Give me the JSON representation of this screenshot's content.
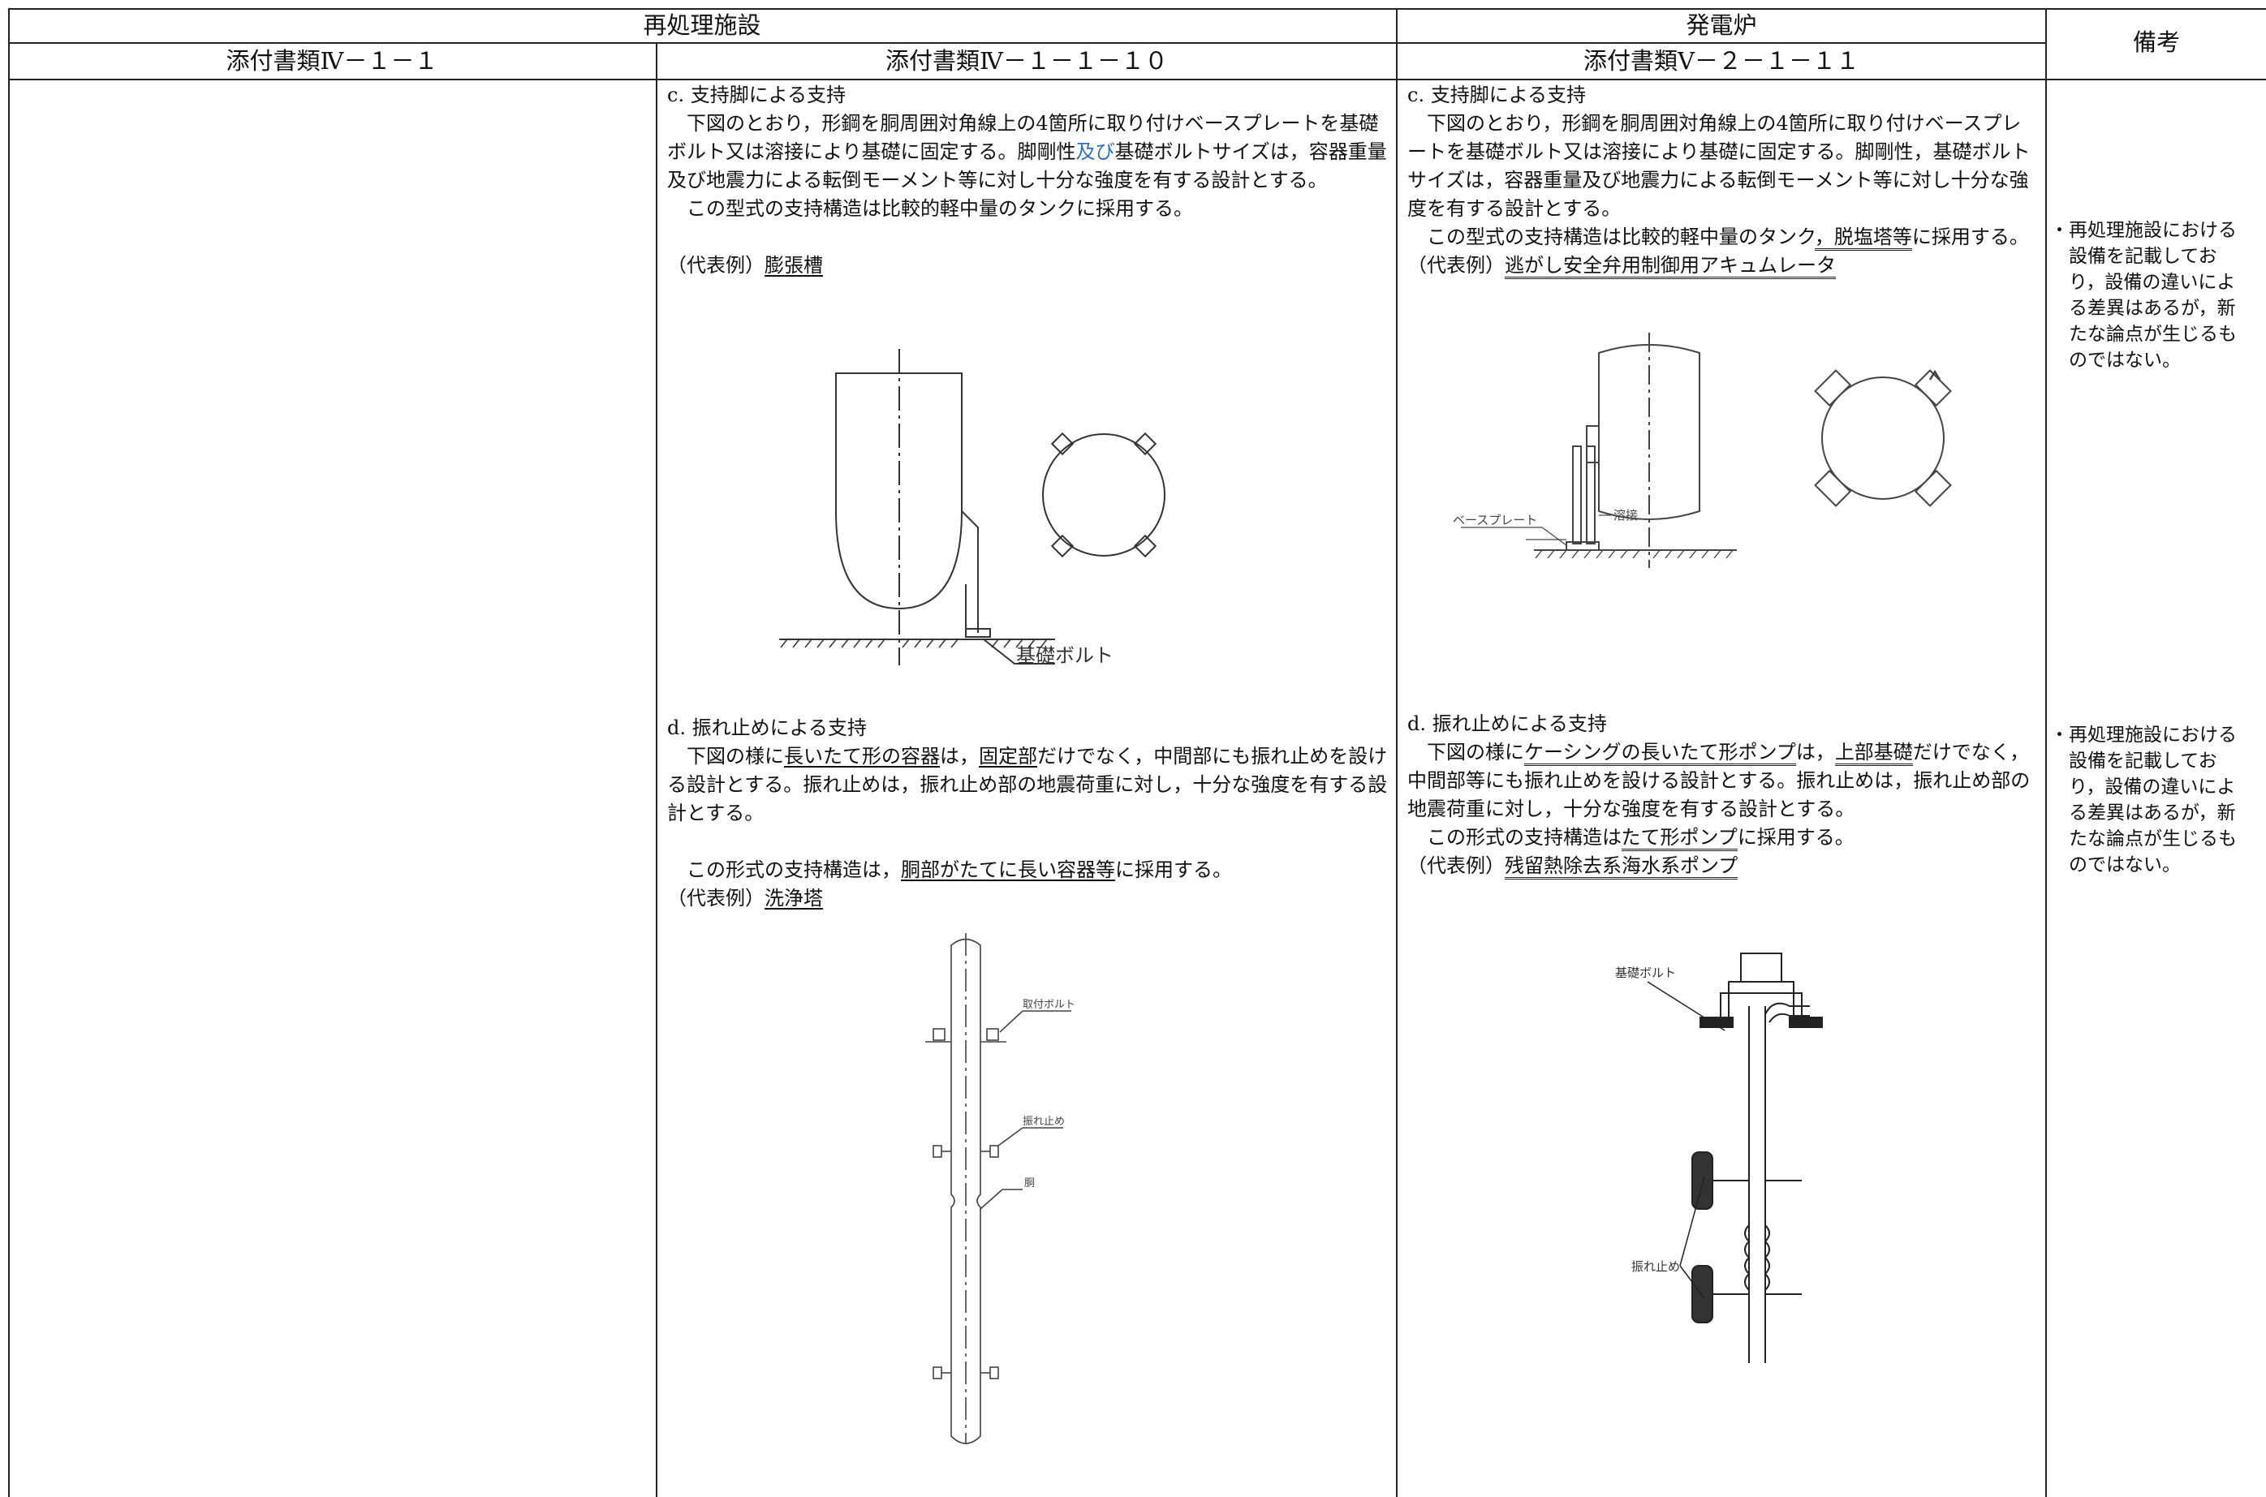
{
  "header": {
    "reprocessing": "再処理施設",
    "power_reactor": "発電炉",
    "remarks": "備考",
    "col1": "添付書類Ⅳ－１－１",
    "col2": "添付書類Ⅳ－１－１－１０",
    "col3": "添付書類Ⅴ－２－１－１１"
  },
  "col2": {
    "c_title": "c. 支持脚による支持",
    "c_p1a": "　下図のとおり，形鋼を胴周囲対角線上の4箇所に取り付けベースプレートを基礎ボルト又は溶接により基礎に固定する。脚剛性",
    "c_p1_blue": "及び",
    "c_p1b": "基礎ボルトサイズは，容器重量及び地震力による転倒モーメント等に対し十分な強度を有する設計とする。",
    "c_p2": "　この型式の支持構造は比較的軽中量のタンクに採用する。",
    "c_ex_prefix": "（代表例）",
    "c_ex": "膨張槽",
    "c_fig_label": "基礎ボルト",
    "d_title": "d. 振れ止めによる支持",
    "d_p1a": "　下図の様に",
    "d_p1_u1": "長いたて形の容器",
    "d_p1b": "は，",
    "d_p1_u2": "固定部",
    "d_p1c": "だけでなく，中間部にも振れ止めを設ける設計とする。振れ止めは，振れ止め部の地震荷重に対し，十分な強度を有する設計とする。",
    "d_p2a": "　この形式の支持構造は，",
    "d_p2_u": "胴部がたてに長い容器等",
    "d_p2b": "に採用する。",
    "d_ex_prefix": "（代表例）",
    "d_ex": "洗浄塔",
    "d_fig_label1": "取付ボルト",
    "d_fig_label2": "振れ止め",
    "d_fig_label3": "胴"
  },
  "col3": {
    "c_title": "c. 支持脚による支持",
    "c_p1": "　下図のとおり，形鋼を胴周囲対角線上の4箇所に取り付けベースプレートを基礎ボルト又は溶接により基礎に固定する。脚剛性，基礎ボルトサイズは，容器重量及び地震力による転倒モーメント等に対し十分な強度を有する設計とする。",
    "c_p2a": "　この型式の支持構造は比較的軽中量のタンク",
    "c_p2_u": "，脱塩塔等",
    "c_p2b": "に採用する。",
    "c_ex_prefix": "（代表例）",
    "c_ex": "逃がし安全弁用制御用アキュムレータ",
    "c_fig_label1": "ベースプレート",
    "c_fig_label2": "溶接",
    "d_title": "d. 振れ止めによる支持",
    "d_p1a": "　下図の様に",
    "d_p1_u1": "ケーシングの長いたて形ポンプ",
    "d_p1b": "は，",
    "d_p1_u2": "上部基礎",
    "d_p1c": "だけでなく，中間部等にも振れ止めを設ける設計とする。振れ止めは，振れ止め部の地震荷重に対し，十分な強度を有する設計とする。",
    "d_p2a": "　この形式の支持構造は",
    "d_p2_u": "たて形ポンプ",
    "d_p2b": "に採用する。",
    "d_ex_prefix": "（代表例）",
    "d_ex": "残留熱除去系海水系ポンプ",
    "d_fig_label1": "基礎ボルト",
    "d_fig_label2": "振れ止め"
  },
  "remarks": {
    "note1": "・再処理施設における\n　設備を記載してお\n　り，設備の違いによ\n　る差異はあるが，新\n　たな論点が生じるも\n　のではない。",
    "note2": "・再処理施設における\n　設備を記載してお\n　り，設備の違いによ\n　る差異はあるが，新\n　たな論点が生じるも\n　のではない。"
  }
}
